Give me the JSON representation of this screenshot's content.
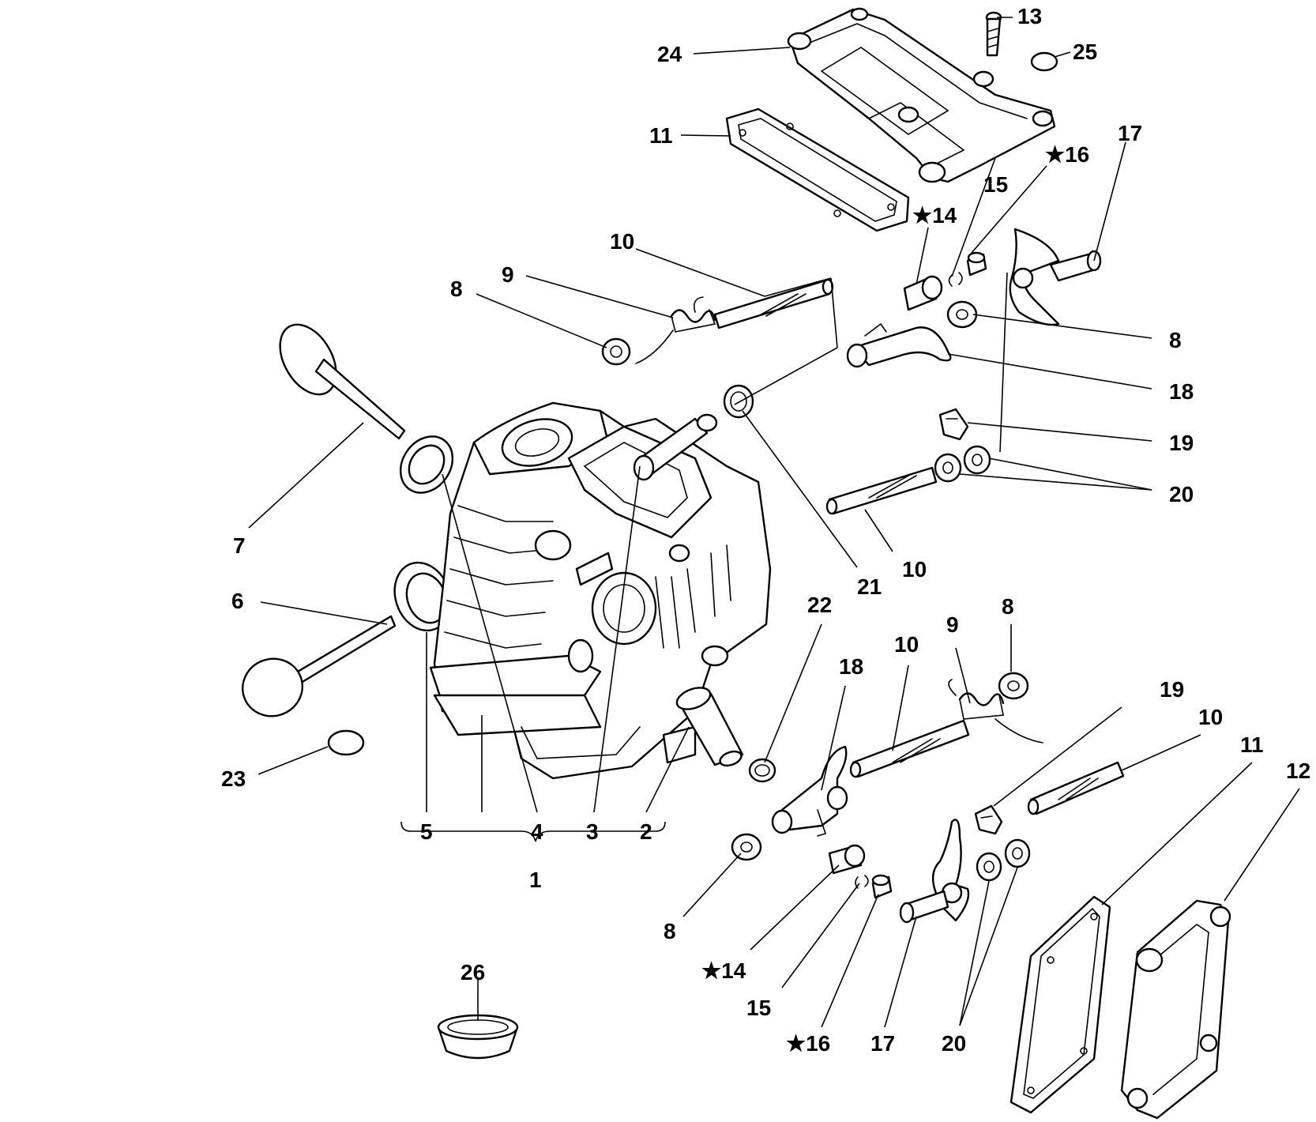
{
  "callouts": {
    "c1": "1",
    "c2": "2",
    "c3": "3",
    "c4": "4",
    "c5": "5",
    "c6": "6",
    "c7": "7",
    "c8a": "8",
    "c8b": "8",
    "c8c": "8",
    "c8d": "8",
    "c9a": "9",
    "c9b": "9",
    "c10a": "10",
    "c10b": "10",
    "c10c": "10",
    "c10d": "10",
    "c11a": "11",
    "c11b": "11",
    "c12": "12",
    "c13": "13",
    "c14a": "★14",
    "c14b": "★14",
    "c15a": "15",
    "c15b": "15",
    "c16a": "★16",
    "c16b": "★16",
    "c17a": "17",
    "c17b": "17",
    "c18a": "18",
    "c18b": "18",
    "c19a": "19",
    "c19b": "19",
    "c20a": "20",
    "c20b": "20",
    "c21": "21",
    "c22": "22",
    "c23": "23",
    "c24": "24",
    "c25": "25",
    "c26": "26"
  }
}
